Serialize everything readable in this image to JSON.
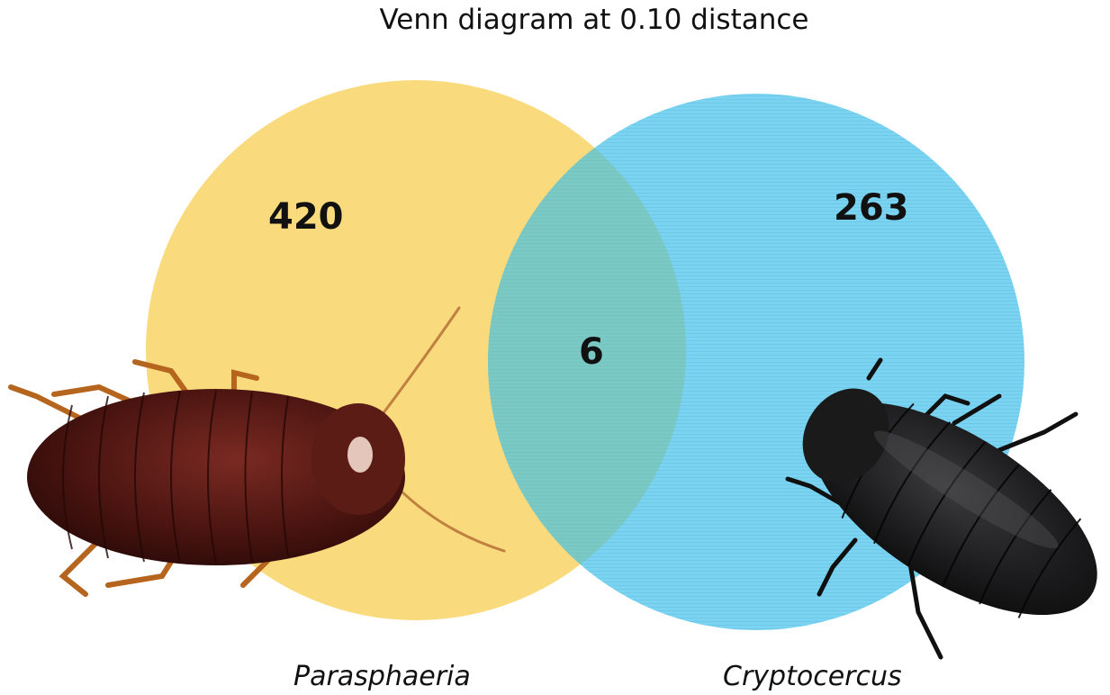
{
  "title": "Venn diagram at 0.10 distance",
  "sets": [
    {
      "name": "Parasphaeria",
      "unique_count": "420",
      "color": "#F9DA7C"
    },
    {
      "name": "Cryptocercus",
      "unique_count": "263",
      "color": "#6ECFEF"
    }
  ],
  "intersection_count": "6",
  "images": [
    {
      "icon": "reddish-brown-cockroach-photo"
    },
    {
      "icon": "black-wood-roach-photo"
    }
  ]
}
